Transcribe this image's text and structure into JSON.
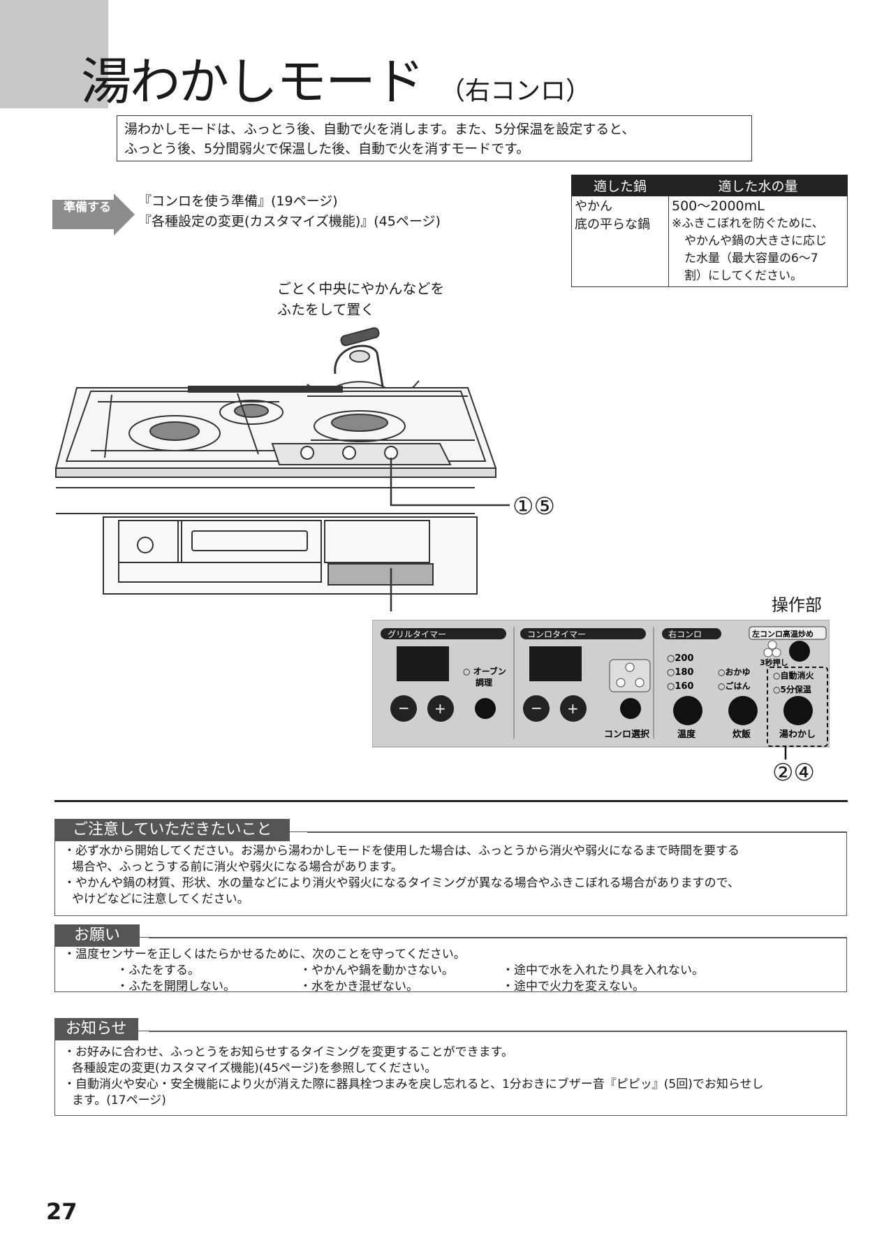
{
  "page": {
    "title": "湯わかしモード",
    "title_sub": "（右コンロ）",
    "intro": [
      "湯わかしモードは、ふっとう後、自動で火を消します。また、5分保温を設定すると、",
      "ふっとう後、5分間弱火で保温した後、自動で火を消すモードです。"
    ],
    "prep_label": "準備する",
    "prep_refs": [
      "『コンロを使う準備』(19ページ)",
      "『各種設定の変更(カスタマイズ機能)』(45ページ)"
    ],
    "page_number": "27"
  },
  "pot_table": {
    "headers": [
      "適した鍋",
      "適した水の量"
    ],
    "pots": [
      "やかん",
      "底の平らな鍋"
    ],
    "amount": "500〜2000mL",
    "note": [
      "※ふきこぼれを防ぐために、",
      "やかんや鍋の大きさに応じ",
      "た水量（最大容量の6〜7",
      "割）にしてください。"
    ]
  },
  "illustration": {
    "caption": [
      "ごとく中央にやかんなどを",
      "ふたをして置く"
    ],
    "callout_top": "①⑤",
    "panel_title": "操作部",
    "callout_bottom": "②④"
  },
  "panel": {
    "grill_timer": "グリルタイマー",
    "oven_label": [
      "○ オーブン",
      "調理"
    ],
    "konro_timer": "コンロタイマー",
    "konro_select": "コンロ選択",
    "right_konro": "右コンロ",
    "temps": [
      "○200",
      "○180",
      "○160"
    ],
    "okayu": "○おかゆ",
    "gohan": "○ごはん",
    "temp_btn": "温度",
    "rice_btn": "炊飯",
    "left_high": "左コンロ高温炒め",
    "press3": "3秒押し",
    "auto_off": "○自動消火",
    "keep5": "○5分保温",
    "boil_btn": "湯わかし"
  },
  "caution": {
    "heading": "ご注意していただきたいこと",
    "items": [
      [
        "・必ず水から開始してください。お湯から湯わかしモードを使用した場合は、ふっとうから消火や弱火になるまで時間を要する",
        "場合や、ふっとうする前に消火や弱火になる場合があります。"
      ],
      [
        "・やかんや鍋の材質、形状、水の量などにより消火や弱火になるタイミングが異なる場合やふきこぼれる場合がありますので、",
        "やけどなどに注意してください。"
      ]
    ]
  },
  "request": {
    "heading": "お願い",
    "lead": "・温度センサーを正しくはたらかせるために、次のことを守ってください。",
    "grid": [
      "・ふたをする。",
      "・やかんや鍋を動かさない。",
      "・途中で水を入れたり具を入れない。",
      "・ふたを開閉しない。",
      "・水をかき混ぜない。",
      "・途中で火力を変えない。"
    ]
  },
  "notice": {
    "heading": "お知らせ",
    "items": [
      [
        "・お好みに合わせ、ふっとうをお知らせするタイミングを変更することができます。",
        "各種設定の変更(カスタマイズ機能)(45ページ)を参照してください。"
      ],
      [
        "・自動消火や安心・安全機能により火が消えた際に器具栓つまみを戻し忘れると、1分おきにブザー音『ピピッ』(5回)でお知らせし",
        "ます。(17ページ)"
      ]
    ]
  }
}
